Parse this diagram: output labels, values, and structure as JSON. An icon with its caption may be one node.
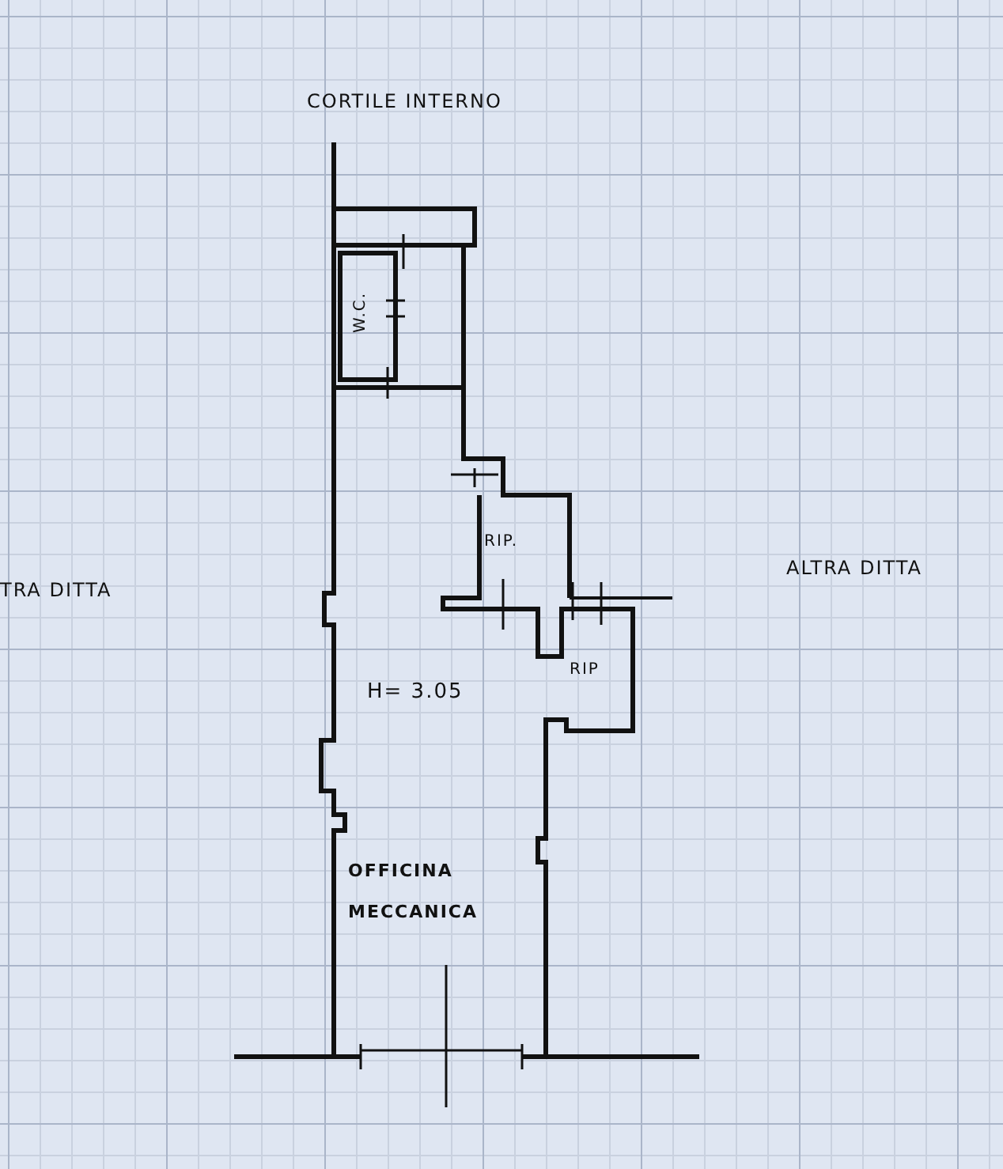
{
  "diagram": {
    "labels": [
      "CORTILE INTERNO",
      "W.C.",
      "RIP.",
      "TRA DITTA",
      "ALTRA DITTA",
      "RIP",
      "H= 3.05",
      "OFFICINA MECCANICA"
    ]
  }
}
